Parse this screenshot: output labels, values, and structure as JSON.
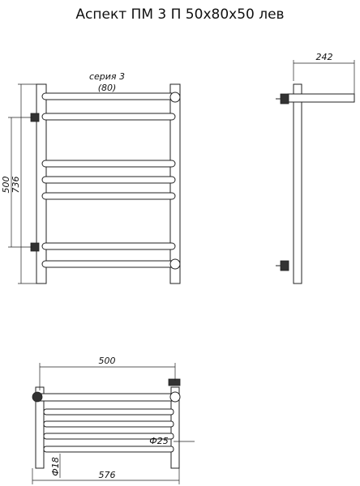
{
  "title": "Аспект ПМ 3 П 50х80х50 лев",
  "series_label": "серия 3",
  "series_code": "(80)",
  "dim_width_top": "242",
  "dim_height_inner": "500",
  "dim_height_total": "736",
  "dim_width_inner": "500",
  "dim_width_total": "576",
  "dim_tube_diameter": "Ф25",
  "dim_bar_diameter": "Ф18"
}
